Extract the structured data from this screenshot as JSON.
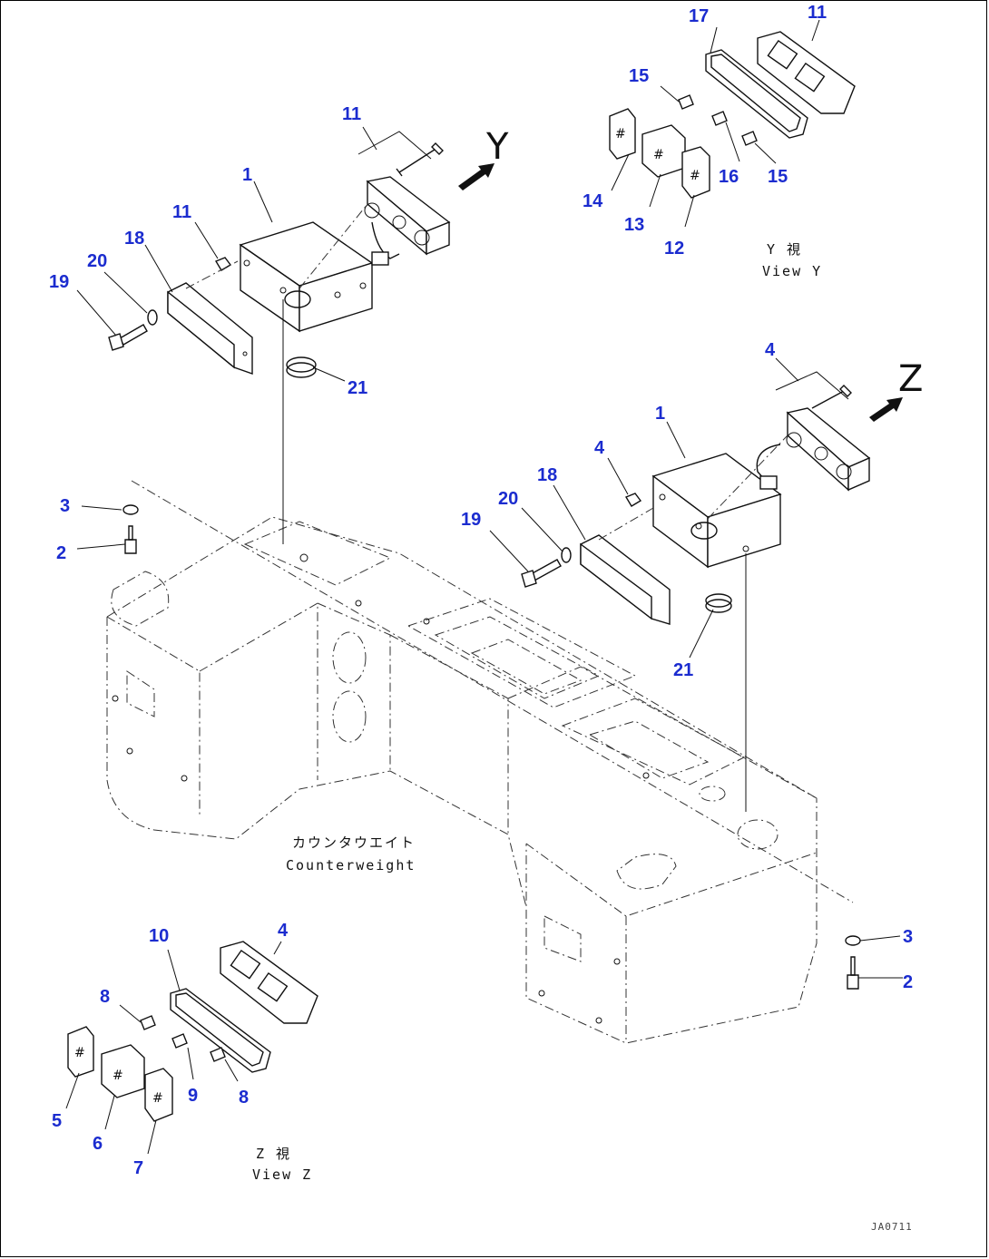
{
  "callouts": [
    {
      "id": "c-17-top",
      "text": "17"
    },
    {
      "id": "c-11-top",
      "text": "11"
    },
    {
      "id": "c-15-a",
      "text": "15"
    },
    {
      "id": "c-16",
      "text": "16"
    },
    {
      "id": "c-15-b",
      "text": "15"
    },
    {
      "id": "c-14",
      "text": "14"
    },
    {
      "id": "c-13",
      "text": "13"
    },
    {
      "id": "c-12",
      "text": "12"
    },
    {
      "id": "c-11-bolt",
      "text": "11"
    },
    {
      "id": "c-1-left",
      "text": "1"
    },
    {
      "id": "c-11-nut",
      "text": "11"
    },
    {
      "id": "c-18-left",
      "text": "18"
    },
    {
      "id": "c-20-left",
      "text": "20"
    },
    {
      "id": "c-19-left",
      "text": "19"
    },
    {
      "id": "c-21-left",
      "text": "21"
    },
    {
      "id": "c-4-bolt",
      "text": "4"
    },
    {
      "id": "c-1-right",
      "text": "1"
    },
    {
      "id": "c-4-nut",
      "text": "4"
    },
    {
      "id": "c-18-right",
      "text": "18"
    },
    {
      "id": "c-20-right",
      "text": "20"
    },
    {
      "id": "c-19-right",
      "text": "19"
    },
    {
      "id": "c-21-right",
      "text": "21"
    },
    {
      "id": "c-3-left",
      "text": "3"
    },
    {
      "id": "c-2-left",
      "text": "2"
    },
    {
      "id": "c-3-right",
      "text": "3"
    },
    {
      "id": "c-2-right",
      "text": "2"
    },
    {
      "id": "c-10",
      "text": "10"
    },
    {
      "id": "c-4-z",
      "text": "4"
    },
    {
      "id": "c-8-a",
      "text": "8"
    },
    {
      "id": "c-9",
      "text": "9"
    },
    {
      "id": "c-8-b",
      "text": "8"
    },
    {
      "id": "c-5",
      "text": "5"
    },
    {
      "id": "c-6",
      "text": "6"
    },
    {
      "id": "c-7",
      "text": "7"
    }
  ],
  "views": {
    "y_letter": "Y",
    "z_letter": "Z",
    "view_y_jp": "Y 視",
    "view_y_en": "View Y",
    "view_z_jp": "Z 視",
    "view_z_en": "View Z"
  },
  "counterweight": {
    "jp": "カウンタウエイト",
    "en": "Counterweight"
  },
  "doc_number": "JA0711"
}
